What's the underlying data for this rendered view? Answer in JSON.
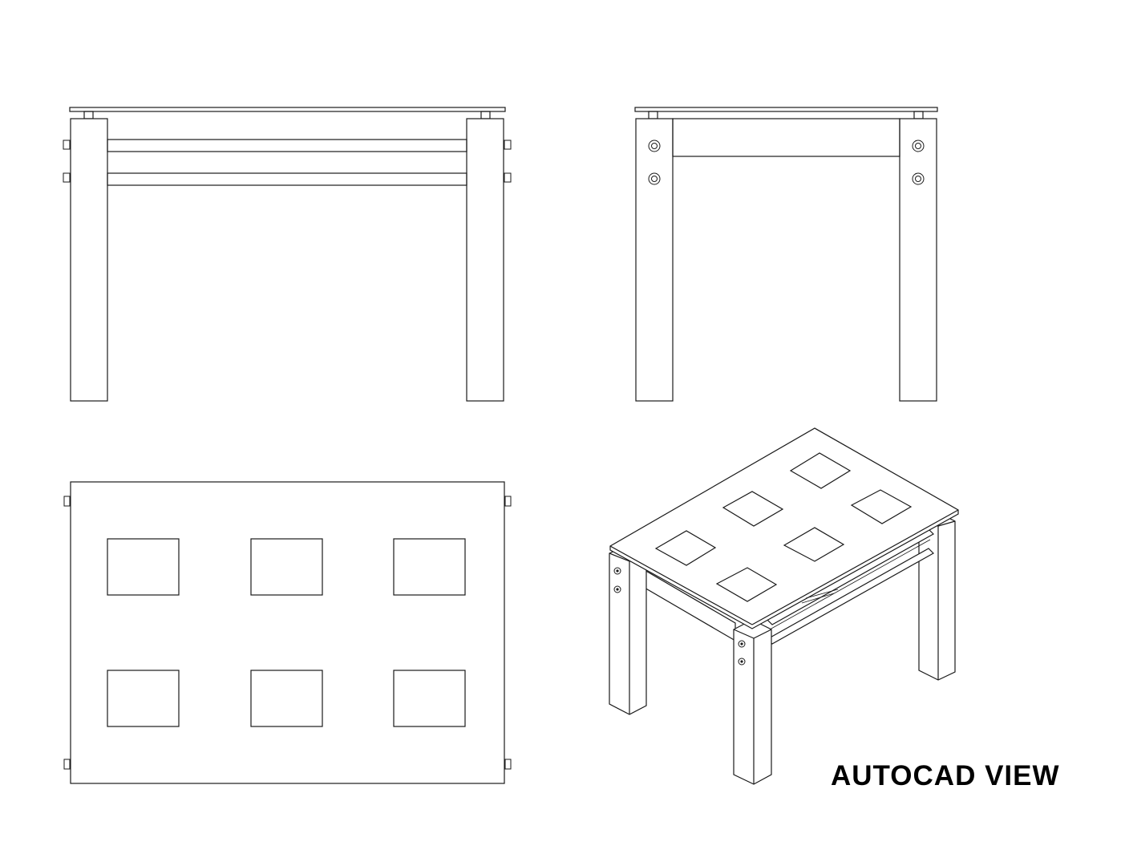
{
  "caption": "AUTOCAD VIEW",
  "colors": {
    "line": "#1a1a1a",
    "background": "#ffffff"
  },
  "views": [
    "front-elevation",
    "side-elevation",
    "top-plan",
    "isometric"
  ]
}
